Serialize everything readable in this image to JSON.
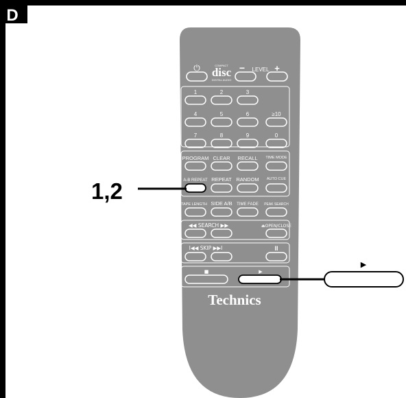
{
  "panel": {
    "letter": "D"
  },
  "callout": {
    "step_label": "1,2",
    "play_symbol": "▶"
  },
  "remote": {
    "brand": "Technics",
    "disc_logo": {
      "main": "disc",
      "small_top": "COMPACT",
      "small_bottom": "DIGITAL AUDIO"
    },
    "power_symbol": "⏻",
    "level": {
      "minus": "−",
      "label": "LEVEL",
      "plus": "+"
    },
    "numbers_row1": [
      "1",
      "2",
      "3"
    ],
    "numbers_row2": [
      "4",
      "5",
      "6",
      "≥10"
    ],
    "numbers_row3": [
      "7",
      "8",
      "9",
      "0"
    ],
    "func_row1": [
      "PROGRAM",
      "CLEAR",
      "RECALL",
      "TIME MODE"
    ],
    "func_row2": [
      "A-B REPEAT",
      "REPEAT",
      "RANDOM",
      "AUTO CUE"
    ],
    "func_row3": [
      "TAPE LENGTH",
      "SIDE A/B",
      "TIME FADE",
      "PEAK SEARCH"
    ],
    "search": {
      "label": "◀◀ SEARCH ▶▶",
      "open_close": "⏏OPEN/CLOSE"
    },
    "skip": {
      "label": "I◀◀ SKIP ▶▶I",
      "pause": "II"
    },
    "transport": {
      "stop": "■",
      "play": "▶"
    }
  }
}
